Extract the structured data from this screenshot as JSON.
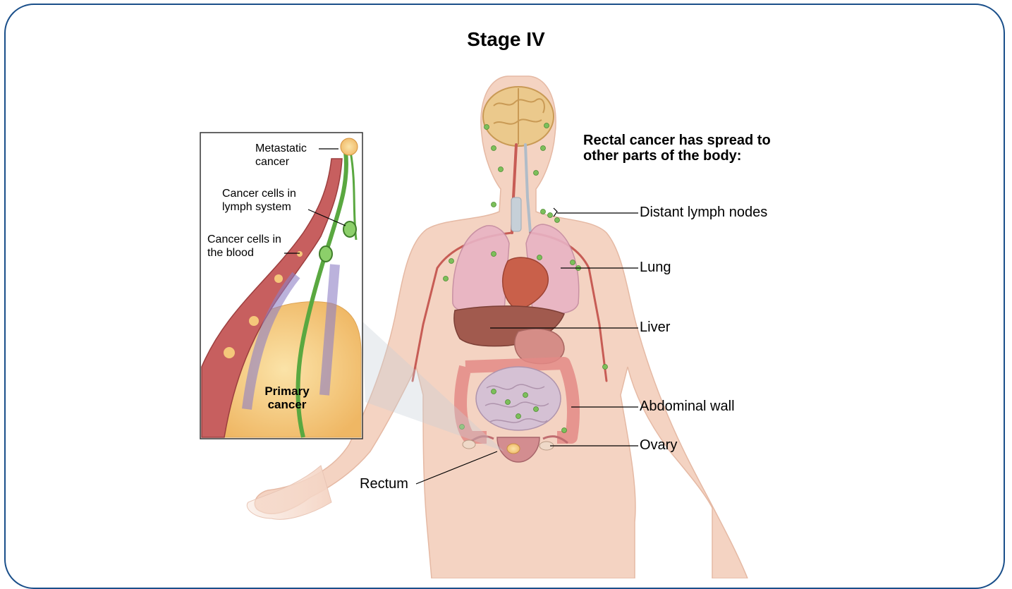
{
  "title": "Stage IV",
  "heading": "Rectal cancer has spread to other parts of the body:",
  "labels": {
    "distant_lymph_nodes": "Distant lymph nodes",
    "lung": "Lung",
    "liver": "Liver",
    "abdominal_wall": "Abdominal wall",
    "ovary": "Ovary",
    "rectum": "Rectum"
  },
  "inset": {
    "metastatic_cancer": "Metastatic cancer",
    "cancer_cells_lymph": "Cancer cells in lymph system",
    "cancer_cells_blood": "Cancer cells in the blood",
    "primary_cancer": "Primary cancer"
  },
  "colors": {
    "border": "#1a4f8a",
    "skin": "#f4d3c2",
    "blood_vessel": "#b8423f",
    "lymph": "#5aa840",
    "tumor": "#f5c77a",
    "arrow": "#8d7fc4"
  }
}
